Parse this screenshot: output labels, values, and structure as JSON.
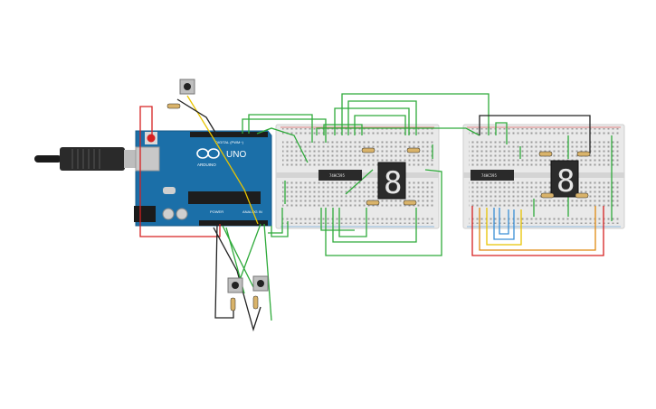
{
  "arduino": {
    "model": "UNO",
    "brand": "ARDUINO",
    "header_digital": "DIGITAL (PWM~)",
    "header_power": "POWER",
    "header_analog": "ANALOG IN",
    "board_color": "#1b6fa8",
    "logo_icon": "infinity-logo-icon"
  },
  "chips": [
    {
      "label": "74HC595"
    },
    {
      "label": "74HC595"
    }
  ],
  "displays": [
    {
      "digit": "8"
    },
    {
      "digit": "8"
    }
  ],
  "colors": {
    "green_wire": "#2eaa3a",
    "red_wire": "#d62020",
    "yellow_wire": "#e8c400",
    "orange_wire": "#e08a10",
    "blue_wire": "#3a8fd6",
    "black_wire": "#222222",
    "breadboard": "#e8e8e8"
  }
}
